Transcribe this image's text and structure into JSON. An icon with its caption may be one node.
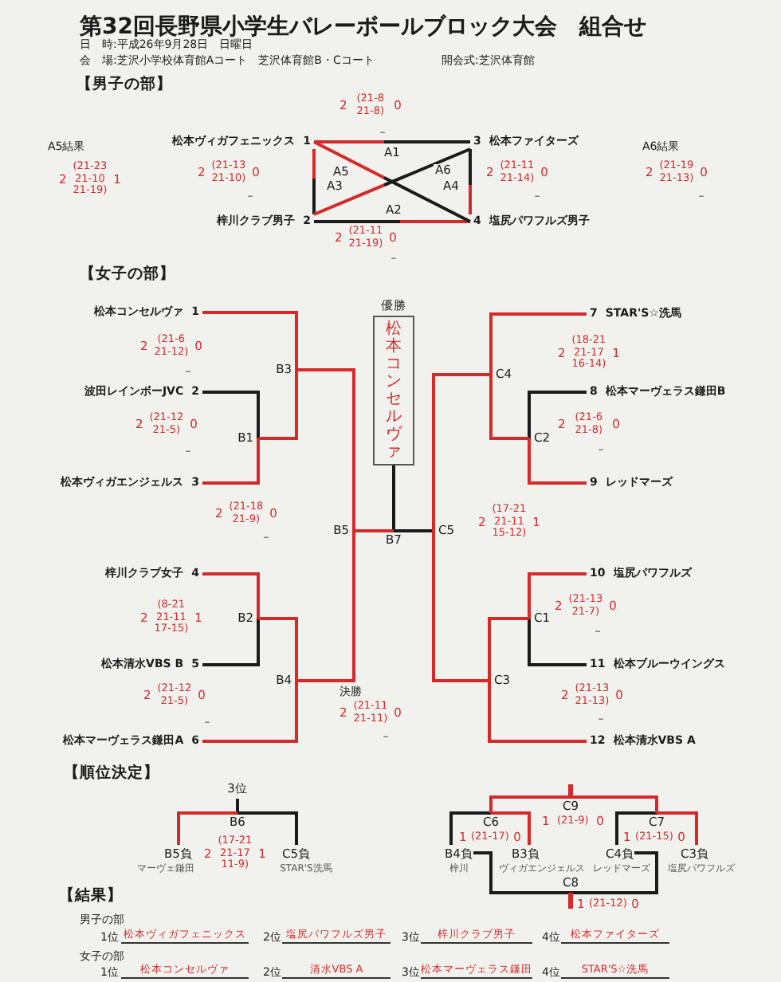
{
  "diagram": {
    "title": "第32回長野県小学生バレーボールブロック大会　組合せ",
    "nodes": [
      {
        "text": [
          "松本ヴィガフェニックス",
          "1"
        ]
      },
      {
        "text": [
          "3",
          "松本ファイターズ"
        ]
      },
      {
        "text": [
          "梓川クラブ男子",
          "2"
        ]
      },
      {
        "text": [
          "4",
          "塩尻パワフルズ男子"
        ]
      },
      {
        "text": [
          "松本コンセルヴァ",
          "1"
        ]
      },
      {
        "text": [
          "波田レインボーJVC",
          "2"
        ]
      },
      {
        "text": [
          "松本ヴィガエンジェルス",
          "3"
        ]
      },
      {
        "text": [
          "梓川クラブ女子",
          "4"
        ]
      },
      {
        "text": [
          "松本清水VBS B",
          "5"
        ]
      },
      {
        "text": [
          "松本マーヴェラス鎌田A",
          "6"
        ]
      },
      {
        "text": [
          "7",
          "STAR'S☆洗馬"
        ]
      },
      {
        "text": [
          "8",
          "松本マーヴェラス鎌田B"
        ]
      },
      {
        "text": [
          "9",
          "レッドマーズ"
        ]
      },
      {
        "text": [
          "10",
          "塩尻パワフルズ"
        ]
      },
      {
        "text": [
          "11",
          "松本ブルーウイングス"
        ]
      },
      {
        "text": [
          "12",
          "松本清水VBS A"
        ]
      },
      {
        "text": [
          "B1"
        ]
      },
      {
        "text": [
          "B2"
        ]
      },
      {
        "text": [
          "B3"
        ]
      },
      {
        "text": [
          "B4"
        ]
      },
      {
        "text": [
          "B5"
        ]
      },
      {
        "text": [
          "C1"
        ]
      },
      {
        "text": [
          "C2"
        ]
      },
      {
        "text": [
          "C3"
        ]
      },
      {
        "text": [
          "C4"
        ]
      },
      {
        "text": [
          "C5"
        ]
      },
      {
        "text": [
          "B7"
        ]
      },
      {
        "text": [
          "優勝",
          "松本コンセルヴァ"
        ]
      },
      {
        "text": [
          "3位"
        ]
      },
      {
        "text": [
          "B6"
        ]
      },
      {
        "text": [
          "B5負"
        ]
      },
      {
        "text": [
          "C5負"
        ]
      },
      {
        "text": [
          "C9"
        ]
      },
      {
        "text": [
          "C6"
        ]
      },
      {
        "text": [
          "C7"
        ]
      },
      {
        "text": [
          "B4負"
        ]
      },
      {
        "text": [
          "B3負"
        ]
      },
      {
        "text": [
          "C4負"
        ]
      },
      {
        "text": [
          "C3負"
        ]
      },
      {
        "text": [
          "C8"
        ]
      }
    ],
    "edges": [
      {
        "from": 0,
        "to": 1,
        "arrow": "none",
        "label": "A1",
        "color": "#1b1b1b"
      },
      {
        "from": 2,
        "to": 3,
        "arrow": "none",
        "label": "A2",
        "color": "#1b1b1b"
      },
      {
        "from": 0,
        "to": 2,
        "arrow": "none",
        "label": "A3",
        "color": "#1b1b1b"
      },
      {
        "from": 1,
        "to": 3,
        "arrow": "none",
        "label": "A4",
        "color": "#1b1b1b"
      },
      {
        "from": 0,
        "to": 3,
        "arrow": "none",
        "label": "A5",
        "color": "#1b1b1b"
      },
      {
        "from": 1,
        "to": 2,
        "arrow": "none",
        "label": "A6",
        "color": "#1b1b1b"
      },
      {
        "from": 4,
        "to": 18,
        "arrow": "none",
        "color": "#d42a2a"
      },
      {
        "from": 5,
        "to": 16,
        "arrow": "none",
        "color": "#1b1b1b"
      },
      {
        "from": 6,
        "to": 16,
        "arrow": "none",
        "color": "#d42a2a"
      },
      {
        "from": 16,
        "to": 18,
        "arrow": "none",
        "color": "#d42a2a"
      },
      {
        "from": 18,
        "to": 20,
        "arrow": "none",
        "color": "#d42a2a"
      },
      {
        "from": 7,
        "to": 17,
        "arrow": "none",
        "color": "#d42a2a"
      },
      {
        "from": 8,
        "to": 17,
        "arrow": "none",
        "color": "#1b1b1b"
      },
      {
        "from": 9,
        "to": 19,
        "arrow": "none",
        "color": "#d42a2a"
      },
      {
        "from": 17,
        "to": 19,
        "arrow": "none",
        "color": "#d42a2a"
      },
      {
        "from": 19,
        "to": 20,
        "arrow": "none",
        "color": "#d42a2a"
      },
      {
        "from": 20,
        "to": 26,
        "arrow": "none",
        "color": "#d42a2a"
      },
      {
        "from": 10,
        "to": 24,
        "arrow": "none",
        "color": "#d42a2a"
      },
      {
        "from": 11,
        "to": 22,
        "arrow": "none",
        "color": "#1b1b1b"
      },
      {
        "from": 12,
        "to": 22,
        "arrow": "none",
        "color": "#d42a2a"
      },
      {
        "from": 22,
        "to": 24,
        "arrow": "none",
        "color": "#d42a2a"
      },
      {
        "from": 24,
        "to": 25,
        "arrow": "none",
        "color": "#d42a2a"
      },
      {
        "from": 13,
        "to": 21,
        "arrow": "none",
        "color": "#d42a2a"
      },
      {
        "from": 14,
        "to": 21,
        "arrow": "none",
        "color": "#1b1b1b"
      },
      {
        "from": 15,
        "to": 23,
        "arrow": "none",
        "color": "#d42a2a"
      },
      {
        "from": 21,
        "to": 23,
        "arrow": "none",
        "color": "#d42a2a"
      },
      {
        "from": 23,
        "to": 25,
        "arrow": "none",
        "color": "#d42a2a"
      },
      {
        "from": 25,
        "to": 26,
        "arrow": "none",
        "color": "#1b1b1b"
      },
      {
        "from": 26,
        "to": 27,
        "arrow": "none",
        "color": "#1b1b1b"
      },
      {
        "from": 30,
        "to": 29,
        "arrow": "none",
        "color": "#d42a2a"
      },
      {
        "from": 31,
        "to": 29,
        "arrow": "none",
        "color": "#1b1b1b"
      },
      {
        "from": 29,
        "to": 28,
        "arrow": "none",
        "color": "#1b1b1b"
      },
      {
        "from": 35,
        "to": 33,
        "arrow": "none",
        "color": "#1b1b1b"
      },
      {
        "from": 36,
        "to": 33,
        "arrow": "none",
        "color": "#d42a2a"
      },
      {
        "from": 37,
        "to": 34,
        "arrow": "none",
        "color": "#1b1b1b"
      },
      {
        "from": 38,
        "to": 34,
        "arrow": "none",
        "color": "#d42a2a"
      },
      {
        "from": 33,
        "to": 32,
        "arrow": "none",
        "color": "#d42a2a"
      },
      {
        "from": 34,
        "to": 32,
        "arrow": "none",
        "color": "#d42a2a"
      },
      {
        "from": 35,
        "to": 39,
        "arrow": "none",
        "color": "#1b1b1b"
      },
      {
        "from": 37,
        "to": 39,
        "arrow": "none",
        "color": "#1b1b1b"
      }
    ],
    "labels": [
      "日　時:平成26年9月28日　日曜日",
      "会　場:芝沢小学校体育館Aコート　芝沢体育館B・Cコート",
      "開会式:芝沢体育館",
      "【男子の部】",
      "2",
      "(21-8 21-8)",
      "0",
      "–",
      "A5結果",
      "2",
      "(21-23 21-10 21-19)",
      "1",
      "2",
      "(21-13 21-10)",
      "0",
      "2",
      "(21-11 21-14)",
      "0",
      "A6結果",
      "2",
      "(21-19 21-13)",
      "0",
      "–",
      "–",
      "–",
      "2",
      "(21-11 21-19)",
      "0",
      "–",
      "【女子の部】",
      "2",
      "(21-6 21-12)",
      "0",
      "–",
      "2",
      "(18-21 21-17 16-14)",
      "1",
      "2",
      "(21-12 21-5)",
      "0",
      "–",
      "2",
      "(21-6 21-8)",
      "0",
      "–",
      "2",
      "(21-18 21-9)",
      "0",
      "2",
      "(17-21 21-11 15-12)",
      "1",
      "–",
      "2",
      "(21-13 21-7)",
      "0",
      "–",
      "2",
      "(8-21 21-11 17-15)",
      "1",
      "2",
      "(21-12 21-5)",
      "0",
      "決勝",
      "2",
      "(21-13 21-13)",
      "0",
      "2",
      "(21-11 21-11)",
      "0",
      "–",
      "–",
      "–",
      "【順位決定】",
      "1",
      "(21-9)",
      "0",
      "1",
      "(21-17)",
      "0",
      "1",
      "(21-15)",
      "0",
      "2",
      "(17-21 21-17 11-9)",
      "1",
      "マーヴェ鎌田",
      "STAR'S洗馬",
      "梓川",
      "ヴィガエンジェルス",
      "レッドマーズ",
      "塩尻パワフルズ",
      "1",
      "(21-12)",
      "0",
      "【結果】",
      "男子の部",
      "1位",
      "松本ヴィガフェニックス",
      "2位",
      "塩尻パワフルズ男子",
      "3位",
      "梓川クラブ男子",
      "4位",
      "松本ファイターズ",
      "女子の部",
      "1位",
      "松本コンセルヴァ",
      "2位",
      "清水VBS A",
      "3位",
      "松本マーヴェラス鎌田",
      "4位",
      "STAR'S☆洗馬"
    ]
  }
}
